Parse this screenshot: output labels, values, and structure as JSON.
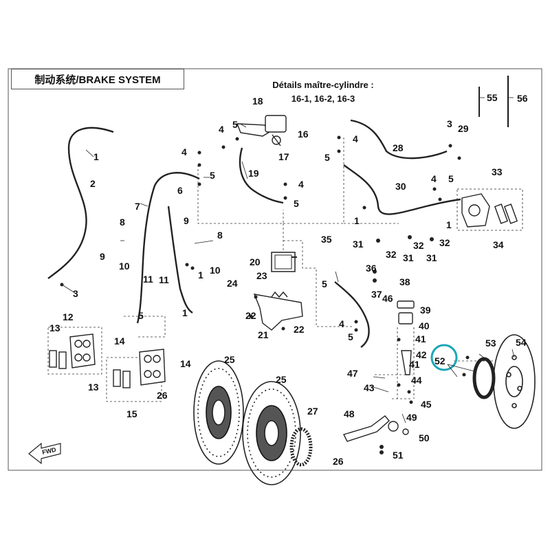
{
  "diagram": {
    "title": "制动系统/BRAKE SYSTEM",
    "note_line1": "Détails maître-cylindre :",
    "note_line2": "16-1, 16-2, 16-3",
    "fwd_label": "FWD",
    "highlight_color": "#1aa6b7",
    "line_color": "#222222",
    "callouts": [
      {
        "id": "c1a",
        "text": "1"
      },
      {
        "id": "c2",
        "text": "2"
      },
      {
        "id": "c3a",
        "text": "3"
      },
      {
        "id": "c4a",
        "text": "4"
      },
      {
        "id": "c5a",
        "text": "5"
      },
      {
        "id": "c6",
        "text": "6"
      },
      {
        "id": "c7",
        "text": "7"
      },
      {
        "id": "c8a",
        "text": "8"
      },
      {
        "id": "c9a",
        "text": "9"
      },
      {
        "id": "c10a",
        "text": "10"
      },
      {
        "id": "c8b",
        "text": "8"
      },
      {
        "id": "c9b",
        "text": "9"
      },
      {
        "id": "c10b",
        "text": "10"
      },
      {
        "id": "c1b",
        "text": "1"
      },
      {
        "id": "c11a",
        "text": "11"
      },
      {
        "id": "c11b",
        "text": "11"
      },
      {
        "id": "c1c",
        "text": "1"
      },
      {
        "id": "c5b",
        "text": "5"
      },
      {
        "id": "c12",
        "text": "12"
      },
      {
        "id": "c13a",
        "text": "13"
      },
      {
        "id": "c14a",
        "text": "14"
      },
      {
        "id": "c13b",
        "text": "13"
      },
      {
        "id": "c14b",
        "text": "14"
      },
      {
        "id": "c15",
        "text": "15"
      },
      {
        "id": "c4b",
        "text": "4"
      },
      {
        "id": "c5c",
        "text": "5"
      },
      {
        "id": "c18",
        "text": "18"
      },
      {
        "id": "c16",
        "text": "16"
      },
      {
        "id": "c17",
        "text": "17"
      },
      {
        "id": "c19",
        "text": "19"
      },
      {
        "id": "c4c",
        "text": "4"
      },
      {
        "id": "c5d",
        "text": "5"
      },
      {
        "id": "c20",
        "text": "20"
      },
      {
        "id": "c24",
        "text": "24"
      },
      {
        "id": "c23",
        "text": "23"
      },
      {
        "id": "c22a",
        "text": "22"
      },
      {
        "id": "c21",
        "text": "21"
      },
      {
        "id": "c22b",
        "text": "22"
      },
      {
        "id": "c25a",
        "text": "25"
      },
      {
        "id": "c26a",
        "text": "26"
      },
      {
        "id": "c25b",
        "text": "25"
      },
      {
        "id": "c27",
        "text": "27"
      },
      {
        "id": "c26b",
        "text": "26"
      },
      {
        "id": "c4d",
        "text": "4"
      },
      {
        "id": "c5e",
        "text": "5"
      },
      {
        "id": "c28",
        "text": "28"
      },
      {
        "id": "c3b",
        "text": "3"
      },
      {
        "id": "c29",
        "text": "29"
      },
      {
        "id": "c30",
        "text": "30"
      },
      {
        "id": "c1d",
        "text": "1"
      },
      {
        "id": "c31a",
        "text": "31"
      },
      {
        "id": "c32a",
        "text": "32"
      },
      {
        "id": "c31b",
        "text": "31"
      },
      {
        "id": "c32b",
        "text": "32"
      },
      {
        "id": "c31c",
        "text": "31"
      },
      {
        "id": "c32c",
        "text": "32"
      },
      {
        "id": "c1e",
        "text": "1"
      },
      {
        "id": "c4e",
        "text": "4"
      },
      {
        "id": "c5f",
        "text": "5"
      },
      {
        "id": "c33",
        "text": "33"
      },
      {
        "id": "c34",
        "text": "34"
      },
      {
        "id": "c35",
        "text": "35"
      },
      {
        "id": "c36",
        "text": "36"
      },
      {
        "id": "c5g",
        "text": "5"
      },
      {
        "id": "c37",
        "text": "37"
      },
      {
        "id": "c4f",
        "text": "4"
      },
      {
        "id": "c5h",
        "text": "5"
      },
      {
        "id": "c38",
        "text": "38"
      },
      {
        "id": "c46",
        "text": "46"
      },
      {
        "id": "c39",
        "text": "39"
      },
      {
        "id": "c40",
        "text": "40"
      },
      {
        "id": "c41a",
        "text": "41"
      },
      {
        "id": "c42",
        "text": "42"
      },
      {
        "id": "c41b",
        "text": "41"
      },
      {
        "id": "c44",
        "text": "44"
      },
      {
        "id": "c45",
        "text": "45"
      },
      {
        "id": "c47",
        "text": "47"
      },
      {
        "id": "c43",
        "text": "43"
      },
      {
        "id": "c48",
        "text": "48"
      },
      {
        "id": "c49",
        "text": "49"
      },
      {
        "id": "c50",
        "text": "50"
      },
      {
        "id": "c51",
        "text": "51"
      },
      {
        "id": "c52",
        "text": "52"
      },
      {
        "id": "c53",
        "text": "53"
      },
      {
        "id": "c54",
        "text": "54"
      },
      {
        "id": "c55",
        "text": "55"
      },
      {
        "id": "c56",
        "text": "56"
      }
    ]
  }
}
